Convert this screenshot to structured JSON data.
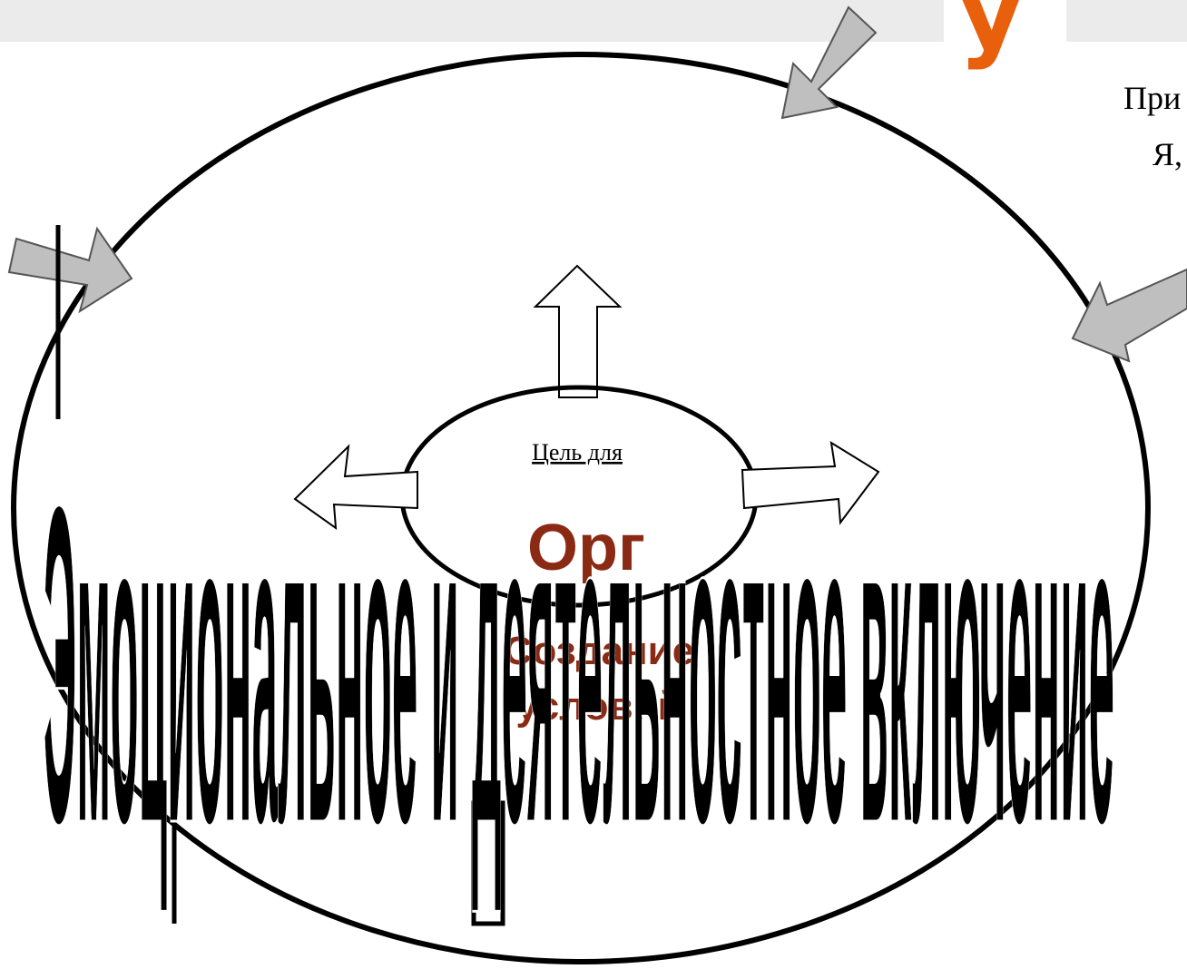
{
  "header": {
    "title_fragment": "у",
    "title_color": "#e8600c",
    "bar_color": "#ebebeb"
  },
  "side_text": {
    "line1": "При",
    "line2": "Я,"
  },
  "diagram": {
    "center_label": "Цель для",
    "org_label": "Орг",
    "create_line1": "Создание",
    "create_line2": "условий",
    "big_label": "Эмоциональное и деятельностное включение",
    "accent_color": "#8b2a14",
    "arrow_color": "#bfbfbf"
  }
}
